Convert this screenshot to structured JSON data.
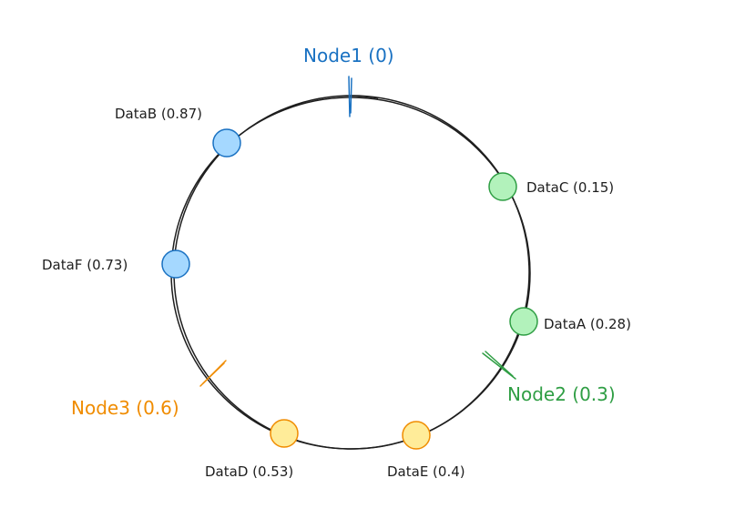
{
  "colors": {
    "ring": "#1e1e1e",
    "node1": "#1971c2",
    "node2": "#2f9e44",
    "node3": "#f08c00",
    "blue_fill": "#a5d8ff",
    "blue_stroke": "#1971c2",
    "green_fill": "#b2f2bb",
    "green_stroke": "#2f9e44",
    "yellow_fill": "#ffec99",
    "yellow_stroke": "#f08c00"
  },
  "nodes": [
    {
      "label": "Node1 (0)",
      "position": 0,
      "color": "#1971c2"
    },
    {
      "label": "Node2 (0.3)",
      "position": 0.3,
      "color": "#2f9e44"
    },
    {
      "label": "Node3 (0.6)",
      "position": 0.6,
      "color": "#f08c00"
    }
  ],
  "data_items": [
    {
      "label": "DataB (0.87)",
      "position": 0.87,
      "owner": "Node1"
    },
    {
      "label": "DataC (0.15)",
      "position": 0.15,
      "owner": "Node2"
    },
    {
      "label": "DataF (0.73)",
      "position": 0.73,
      "owner": "Node1"
    },
    {
      "label": "DataA (0.28)",
      "position": 0.28,
      "owner": "Node2"
    },
    {
      "label": "DataD (0.53)",
      "position": 0.53,
      "owner": "Node3"
    },
    {
      "label": "DataE (0.4)",
      "position": 0.4,
      "owner": "Node3"
    }
  ]
}
